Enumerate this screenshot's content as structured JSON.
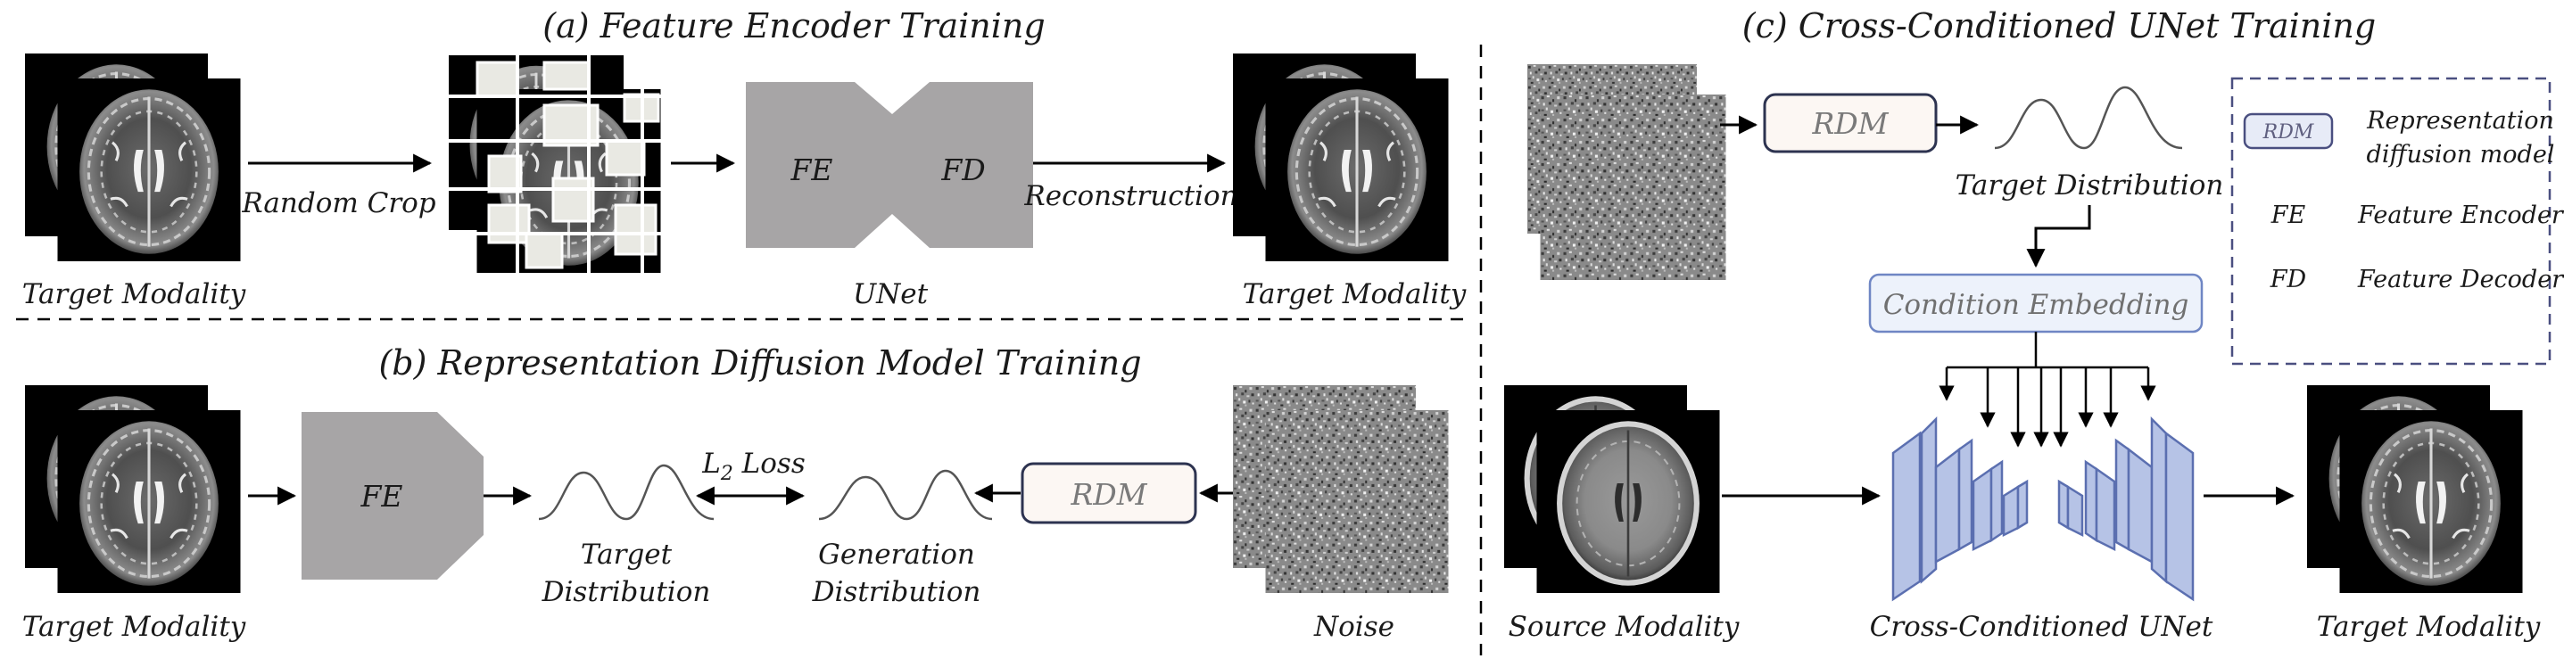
{
  "panels": {
    "a": {
      "title": "(a) Feature Encoder Training",
      "input_label": "Target Modality",
      "crop_label": "Random Crop",
      "unet_label": "UNet",
      "fe": "FE",
      "fd": "FD",
      "recon_label": "Reconstruction",
      "output_label": "Target Modality"
    },
    "b": {
      "title": "(b) Representation Diffusion Model Training",
      "input_label": "Target Modality",
      "fe": "FE",
      "target_dist": [
        "Target",
        "Distribution"
      ],
      "loss_main": "L",
      "loss_sub": "2",
      "loss_rest": " Loss",
      "gen_dist": [
        "Generation",
        "Distribution"
      ],
      "rdm": "RDM",
      "noise_label": "Noise"
    },
    "c": {
      "title": "(c) Cross-Conditioned UNet Training",
      "rdm": "RDM",
      "target_dist": "Target Distribution",
      "cond_embed": "Condition Embedding",
      "source_label": "Source Modality",
      "unet_label": "Cross-Conditioned UNet",
      "output_label": "Target Modality"
    }
  },
  "legend": {
    "items": [
      {
        "key": "RDM",
        "desc": [
          "Representation",
          "diffusion model"
        ]
      },
      {
        "key": "FE",
        "desc": [
          "Feature Encoder"
        ]
      },
      {
        "key": "FD",
        "desc": [
          "Feature Decoder"
        ]
      }
    ]
  },
  "colors": {
    "gray_block": "#a7a5a6",
    "rdm_fill": "#fcf7f3",
    "rdm_stroke": "#2d3350",
    "embed_fill": "#edf2fb",
    "embed_stroke": "#6f86c4",
    "unet_fill": "#b6c3e6",
    "unet_stroke": "#5b6fb0",
    "legend_stroke": "#4a4f80"
  }
}
